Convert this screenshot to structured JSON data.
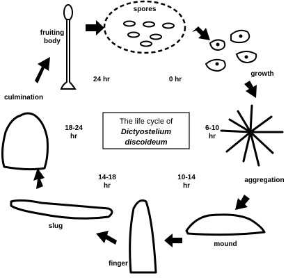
{
  "title": {
    "line1": "The life cycle of",
    "line2": "Dictyostelium",
    "line3": "discoideum"
  },
  "stages": {
    "spores": "spores",
    "growth": "growth",
    "aggregation": "aggregation",
    "mound": "mound",
    "finger": "finger",
    "slug": "slug",
    "culmination": "culmination",
    "fruiting_body_1": "fruiting",
    "fruiting_body_2": "body"
  },
  "times": {
    "t0": "0 hr",
    "t6_10_a": "6-10",
    "t6_10_b": "hr",
    "t10_14_a": "10-14",
    "t10_14_b": "hr",
    "t14_18_a": "14-18",
    "t14_18_b": "hr",
    "t18_24_a": "18-24",
    "t18_24_b": "hr",
    "t24": "24 hr"
  }
}
